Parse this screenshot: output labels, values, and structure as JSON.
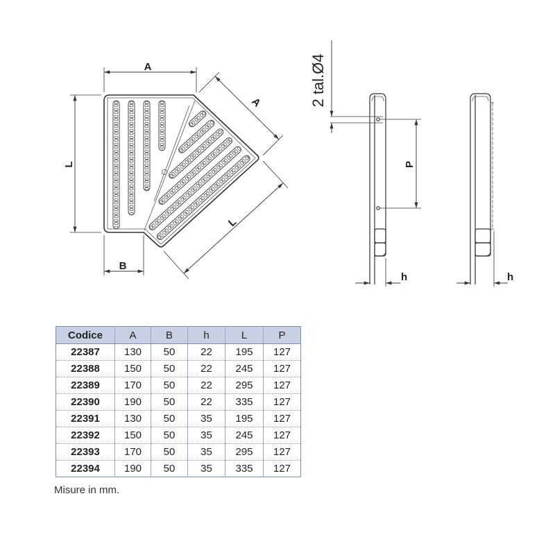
{
  "drawing": {
    "front_view": {
      "dim_a_top": "A",
      "dim_l_left": "L",
      "dim_b_bottom": "B",
      "dim_a_angled": "A",
      "dim_l_angled": "L"
    },
    "side_view": {
      "hole_note": "2 tal.Ø4",
      "dim_p": "P",
      "dim_h": "h"
    },
    "end_view": {
      "dim_h": "h"
    }
  },
  "table": {
    "headers": [
      "Codice",
      "A",
      "B",
      "h",
      "L",
      "P"
    ],
    "rows": [
      [
        "22387",
        "130",
        "50",
        "22",
        "195",
        "127"
      ],
      [
        "22388",
        "150",
        "50",
        "22",
        "245",
        "127"
      ],
      [
        "22389",
        "170",
        "50",
        "22",
        "295",
        "127"
      ],
      [
        "22390",
        "190",
        "50",
        "22",
        "335",
        "127"
      ],
      [
        "22391",
        "130",
        "50",
        "35",
        "195",
        "127"
      ],
      [
        "22392",
        "150",
        "50",
        "35",
        "245",
        "127"
      ],
      [
        "22393",
        "170",
        "50",
        "35",
        "295",
        "127"
      ],
      [
        "22394",
        "190",
        "50",
        "35",
        "335",
        "127"
      ]
    ]
  },
  "footnote": "Misure in mm."
}
